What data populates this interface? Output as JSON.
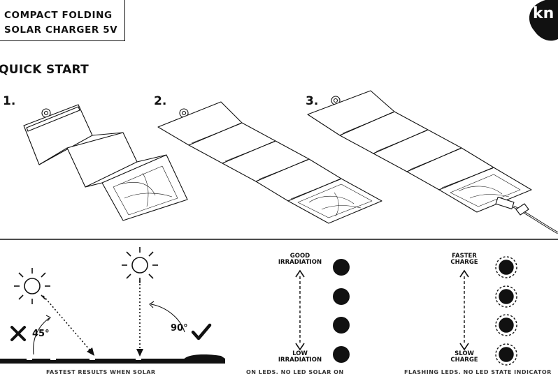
{
  "header": {
    "title_line1": "COMPACT FOLDING",
    "title_line2": "SOLAR CHARGER 5V",
    "logo_text": "kn"
  },
  "quick_start": {
    "heading": "QUICK START",
    "steps": [
      {
        "label": "1."
      },
      {
        "label": "2."
      },
      {
        "label": "3."
      }
    ]
  },
  "placement": {
    "angle_bad_label": "45°",
    "angle_good_label": "90°",
    "bad_icon": "cross-icon",
    "good_icon": "check-icon",
    "caption": "FASTEST RESULTS WHEN SOLAR"
  },
  "irradiation": {
    "top_label": "GOOD\nIRRADIATION",
    "bottom_label": "LOW\nIRRADIATION",
    "indicator_count": 4,
    "caption": "ON LEDS, NO LED SOLAR ON"
  },
  "charge": {
    "top_label": "FASTER\nCHARGE",
    "bottom_label": "SLOW\nCHARGE",
    "indicator_count": 4,
    "caption": "FLASHING LEDS, NO LED STATE INDICATOR"
  },
  "colors": {
    "ink": "#111111",
    "background": "#ffffff"
  }
}
